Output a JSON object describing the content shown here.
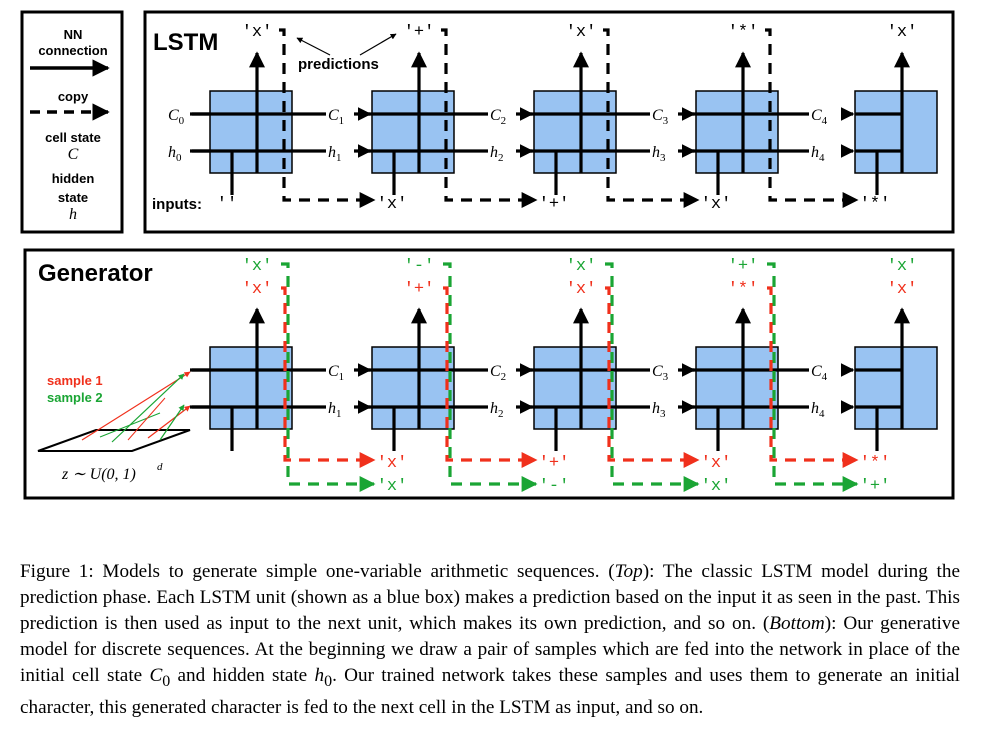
{
  "legend": {
    "nn_connection": [
      "NN",
      "connection"
    ],
    "copy": "copy",
    "cell_state": [
      "cell state",
      "C"
    ],
    "hidden_state": [
      "hidden",
      "state",
      "h"
    ]
  },
  "top": {
    "title": "LSTM",
    "predictions_label": "predictions",
    "inputs_label": "inputs:",
    "predictions": [
      "'x'",
      "'+'",
      "'x'",
      "'*'",
      "'x'"
    ],
    "inputs": [
      "''",
      "'x'",
      "'+'",
      "'x'",
      "'*'"
    ]
  },
  "bottom": {
    "title": "Generator",
    "sample1_label": "sample 1",
    "sample2_label": "sample 2",
    "z_label": "z ∼ U(0, 1)",
    "z_exponent": "d",
    "green_predictions": [
      "'x'",
      "'-'",
      "'x'",
      "'+'",
      "'x'"
    ],
    "red_predictions": [
      "'x'",
      "'+'",
      "'x'",
      "'*'",
      "'x'"
    ],
    "red_inputs": [
      "'x'",
      "'+'",
      "'x'",
      "'*'"
    ],
    "green_inputs": [
      "'x'",
      "'-'",
      "'x'",
      "'+'"
    ]
  },
  "state_labels": {
    "c": [
      "C",
      "C",
      "C",
      "C",
      "C"
    ],
    "c_sub": [
      "0",
      "1",
      "2",
      "3",
      "4"
    ],
    "h": [
      "h",
      "h",
      "h",
      "h",
      "h"
    ],
    "h_sub": [
      "0",
      "1",
      "2",
      "3",
      "4"
    ]
  },
  "caption": {
    "p1": "Figure 1: Models to generate simple one-variable arithmetic sequences. (",
    "top_word": "Top",
    "p2": "): The classic LSTM model during the prediction phase. Each LSTM unit (shown as a blue box) makes a prediction based on the input it as seen in the past. This prediction is then used as input to the next unit, which makes its own prediction, and so on. (",
    "bottom_word": "Bottom",
    "p3": "): Our generative model for discrete sequences. At the beginning we draw a pair of samples which are fed into the network in place of the initial cell state ",
    "c0": "C",
    "c0_sub": "0",
    "p4": " and hidden state ",
    "h0": "h",
    "h0_sub": "0",
    "p5": ". Our trained network takes these samples and uses them to generate an initial character, this generated character is fed to the next cell in the LSTM as input, and so on."
  },
  "colors": {
    "box_fill": "#99c3f2",
    "red": "#f0301c",
    "green": "#1aa534",
    "black": "#000000"
  }
}
